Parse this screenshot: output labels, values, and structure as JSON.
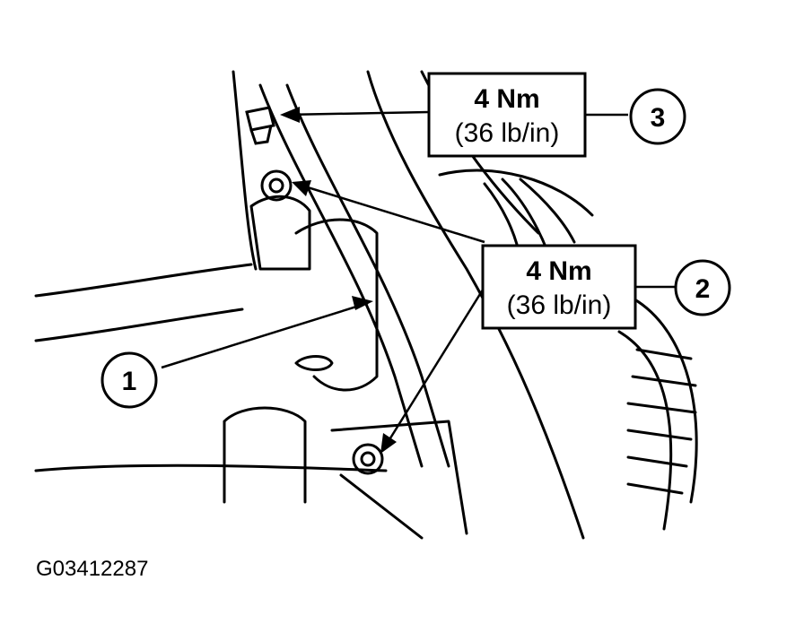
{
  "colors": {
    "ink": "#000000",
    "paper": "#ffffff"
  },
  "torque_specs": [
    {
      "id": "spec-top",
      "value": "4 Nm",
      "imperial": "(36 lb/in)"
    },
    {
      "id": "spec-mid",
      "value": "4 Nm",
      "imperial": "(36 lb/in)"
    }
  ],
  "callouts": [
    {
      "id": "callout-1",
      "number": "1"
    },
    {
      "id": "callout-2",
      "number": "2"
    },
    {
      "id": "callout-3",
      "number": "3"
    }
  ],
  "figure": {
    "id": "G03412287"
  }
}
